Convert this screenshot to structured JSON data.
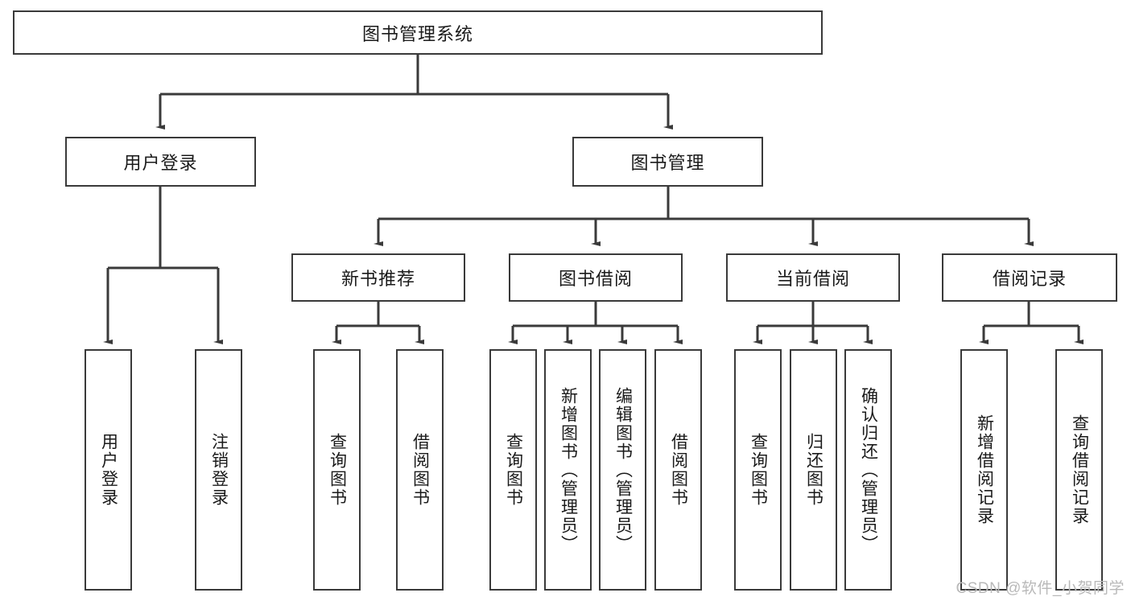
{
  "diagram": {
    "type": "tree",
    "title": "图书管理系统",
    "root": {
      "label": "图书管理系统"
    },
    "level2": [
      {
        "id": "user-login",
        "label": "用户登录"
      },
      {
        "id": "book-management",
        "label": "图书管理"
      }
    ],
    "level3": [
      {
        "id": "new-book-recommend",
        "label": "新书推荐",
        "parent": "book-management"
      },
      {
        "id": "book-borrow",
        "label": "图书借阅",
        "parent": "book-management"
      },
      {
        "id": "current-borrow",
        "label": "当前借阅",
        "parent": "book-management"
      },
      {
        "id": "borrow-record",
        "label": "借阅记录",
        "parent": "book-management"
      }
    ],
    "leaves": [
      {
        "id": "leaf-user-login",
        "label": "用户登录",
        "parent": "user-login"
      },
      {
        "id": "leaf-logout-login",
        "label": "注销登录",
        "parent": "user-login"
      },
      {
        "id": "leaf-query-book-1",
        "label": "查询图书",
        "parent": "new-book-recommend"
      },
      {
        "id": "leaf-borrow-book-1",
        "label": "借阅图书",
        "parent": "new-book-recommend"
      },
      {
        "id": "leaf-query-book-2",
        "label": "查询图书",
        "parent": "book-borrow"
      },
      {
        "id": "leaf-add-book-admin",
        "label": "新增图书（管理员）",
        "parent": "book-borrow"
      },
      {
        "id": "leaf-edit-book-admin",
        "label": "编辑图书（管理员）",
        "parent": "book-borrow"
      },
      {
        "id": "leaf-borrow-book-2",
        "label": "借阅图书",
        "parent": "book-borrow"
      },
      {
        "id": "leaf-query-book-3",
        "label": "查询图书",
        "parent": "current-borrow"
      },
      {
        "id": "leaf-return-book",
        "label": "归还图书",
        "parent": "current-borrow"
      },
      {
        "id": "leaf-confirm-return-admin",
        "label": "确认归还（管理员）",
        "parent": "current-borrow"
      },
      {
        "id": "leaf-add-borrow-record",
        "label": "新增借阅记录",
        "parent": "borrow-record"
      },
      {
        "id": "leaf-query-borrow-record",
        "label": "查询借阅记录",
        "parent": "borrow-record"
      }
    ]
  },
  "watermark": {
    "text": "CSDN @软件_小贺同学"
  },
  "colors": {
    "stroke": "#3a3a3a",
    "background": "#ffffff",
    "text": "#1a1a1a",
    "watermark": "#b9b9b9"
  }
}
